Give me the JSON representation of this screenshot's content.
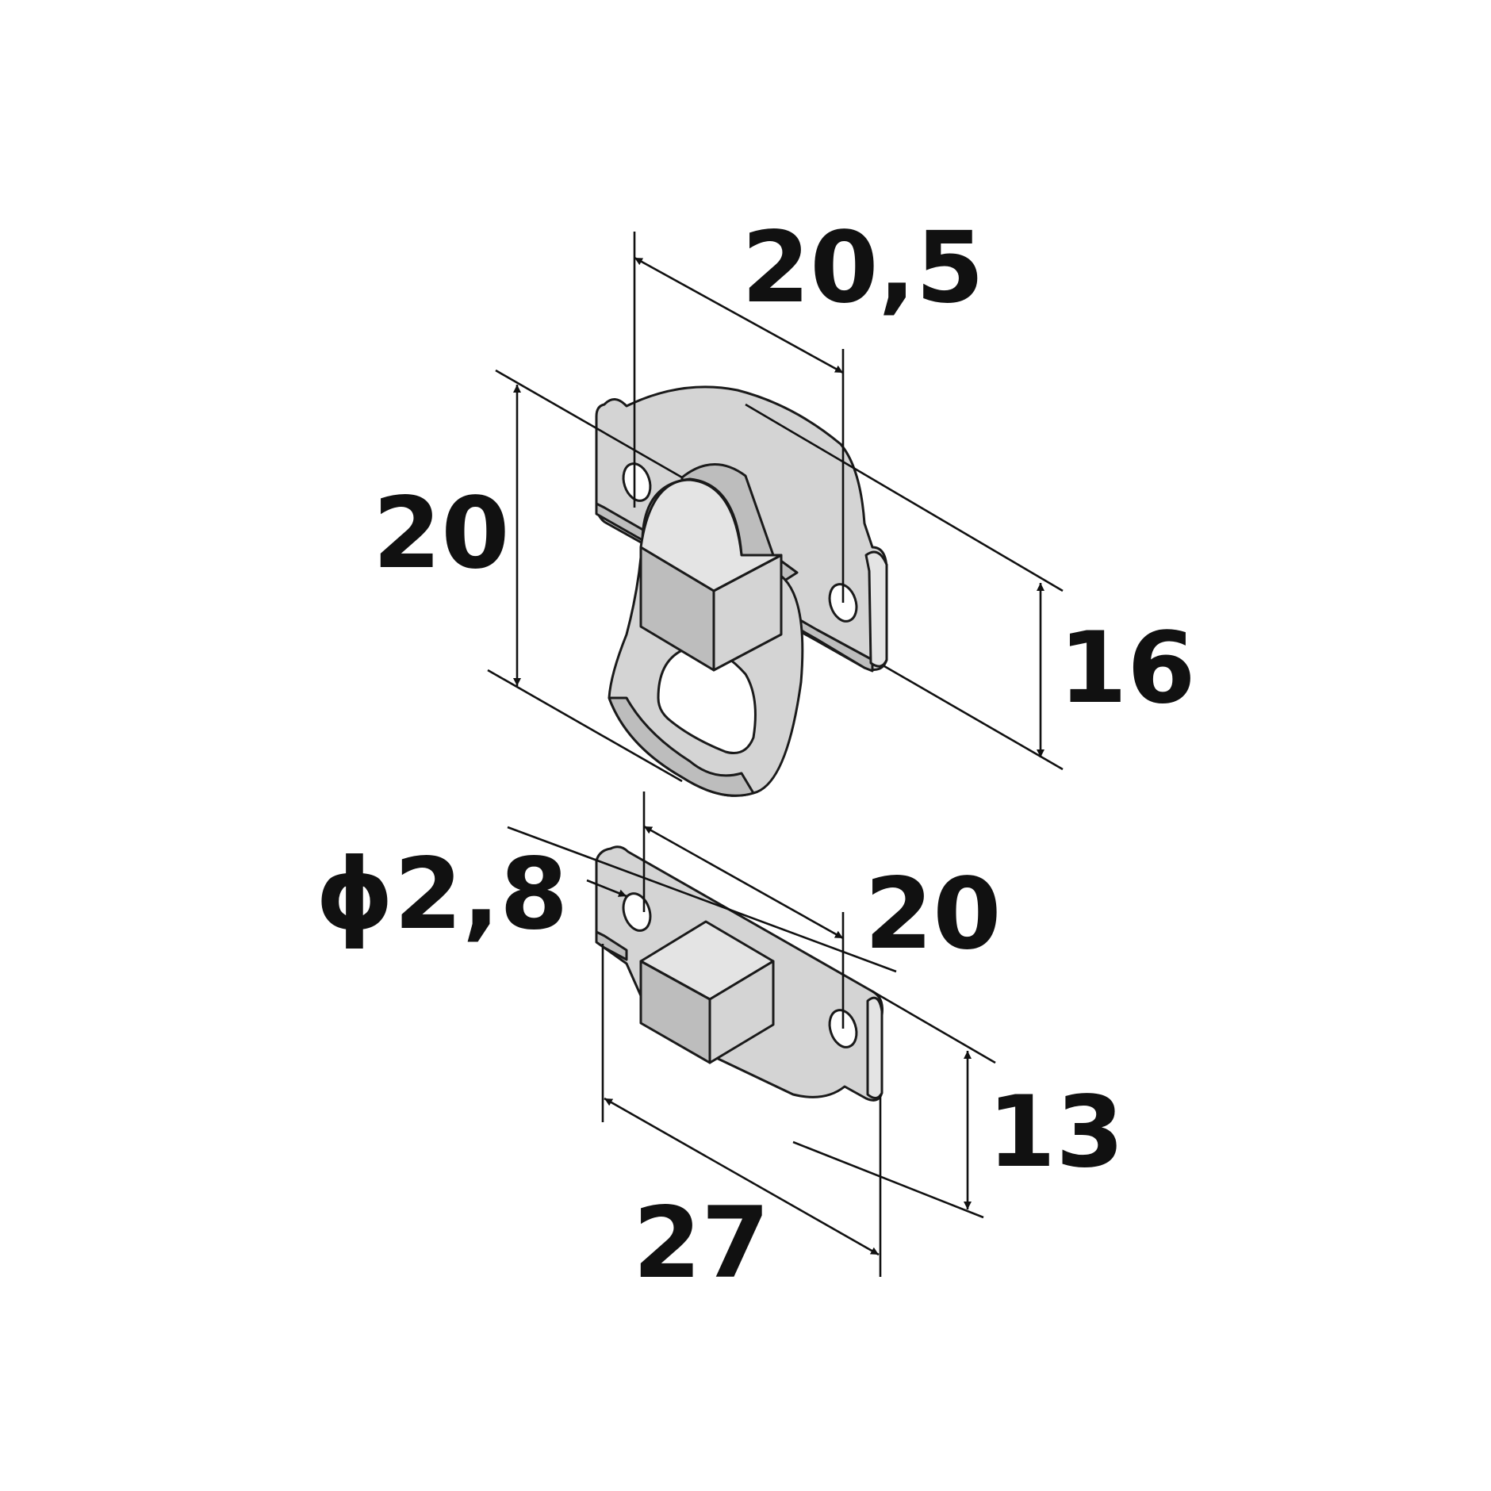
{
  "figure": {
    "type": "technical-dimension-drawing",
    "subject": "hasp-and-staple",
    "dimensions": {
      "hasp_hole_spacing": "20,5",
      "hasp_height": "20",
      "hasp_plate_height": "16",
      "hole_diameter": "ϕ2,8",
      "staple_hole_spacing": "20",
      "staple_height": "13",
      "staple_length": "27"
    },
    "colors": {
      "metal": "#d4d4d4",
      "outline": "#1a1a1a",
      "dimension": "#111111",
      "background": "#ffffff"
    }
  }
}
